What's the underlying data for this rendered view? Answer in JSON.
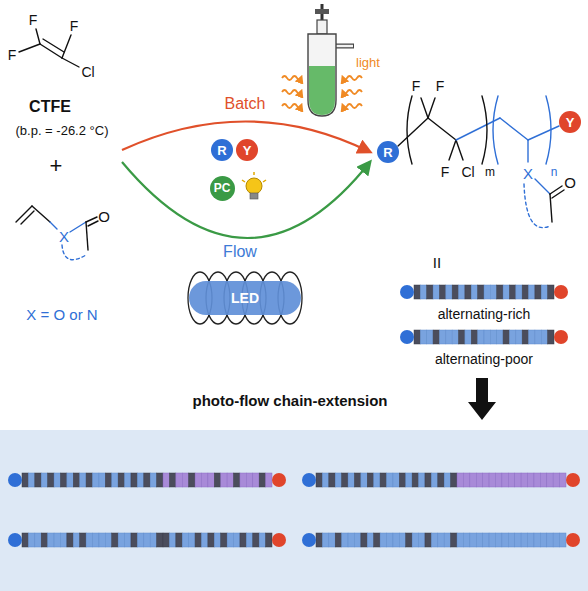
{
  "diagram": {
    "nodes": [
      {
        "text": [
          "R"
        ]
      },
      {
        "text": [
          "Y"
        ]
      },
      {
        "text": [
          "PC"
        ]
      },
      {
        "text": [
          "LED"
        ]
      },
      {
        "text": [
          "R"
        ]
      },
      {
        "text": [
          "Y"
        ]
      }
    ],
    "labels": [
      "F",
      "F",
      "F",
      "Cl",
      "CTFE",
      "(b.p. = -26.2 °C)",
      "+",
      "X",
      "O",
      "X = O or N",
      "Batch",
      "light",
      "Flow",
      "F",
      "F",
      "F",
      "Cl",
      "m",
      "n",
      "X",
      "O",
      "II",
      "alternating-rich",
      "alternating-poor",
      "photo-flow chain-extension"
    ]
  }
}
